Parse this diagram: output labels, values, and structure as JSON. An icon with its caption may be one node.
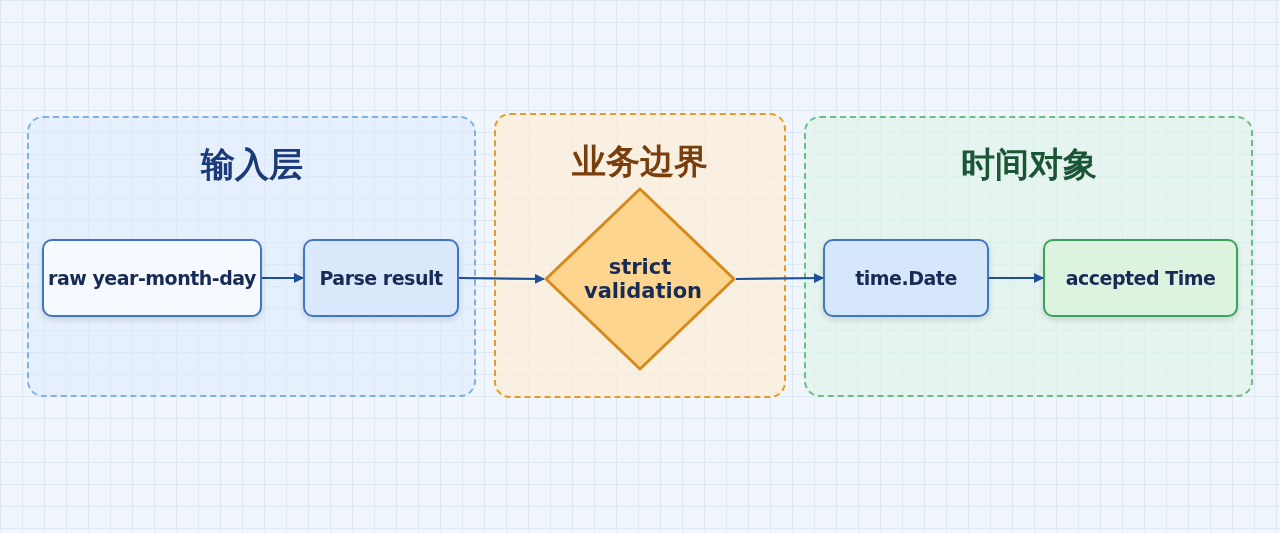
{
  "diagram": {
    "nodes": [
      {
        "text": [
          "输入层"
        ]
      },
      {
        "text": [
          "raw year-month-day"
        ],
        "in": 0
      },
      {
        "text": [
          "Parse result"
        ],
        "in": 0
      },
      {
        "text": [
          "业务边界"
        ]
      },
      {
        "text": [
          "strict validation"
        ],
        "in": 3
      },
      {
        "text": [
          "时间对象"
        ]
      },
      {
        "text": [
          "time.Date"
        ],
        "in": 5
      },
      {
        "text": [
          "accepted Time"
        ],
        "in": 5
      }
    ],
    "edges": [
      {
        "from": 1,
        "to": 2,
        "arrow": "to"
      },
      {
        "from": 2,
        "to": 4,
        "arrow": "to"
      },
      {
        "from": 4,
        "to": 6,
        "arrow": "to"
      },
      {
        "from": 6,
        "to": 7,
        "arrow": "to"
      }
    ]
  }
}
